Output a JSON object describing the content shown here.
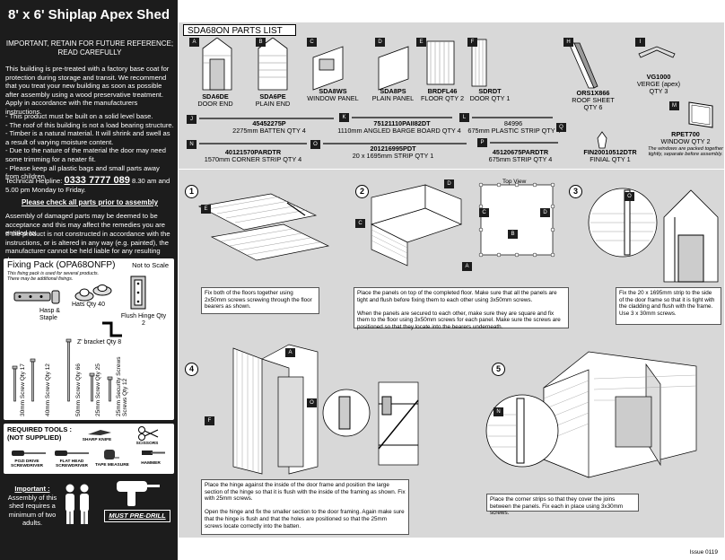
{
  "sidebar": {
    "title": "8' x 6' Shiplap Apex Shed",
    "important_line1": "IMPORTANT, RETAIN FOR FUTURE REFERENCE;",
    "important_line2": "READ CAREFULLY",
    "para1": "This building is pre-treated with a factory base coat for protection during storage and transit. We recommend that you treat your new building as soon as possible after assembly using a wood preservative treatment. Apply in accordance with the manufacturers instructions.",
    "bullets": [
      "- This product must be built on a solid level base.",
      "- The roof of this building is not a load bearing structure.",
      "- Timber is a natural material. It will shrink and swell as a result of varying moisture content.",
      "- Due to the nature of the material the door may need some trimming for a neater fit.",
      "- Please keep all plastic bags and small parts away from children"
    ],
    "helpline_label": "Technical Helpline:",
    "helpline_number": "0333 7777 089",
    "helpline_hours": "8.30 am and 5.00 pm  Monday to Friday.",
    "check_parts": "Please check all parts prior to assembly",
    "para2": "Assembly of damaged parts may be deemed to be acceptance and this may affect the remedies you are entitled to.",
    "para3": "If the product is not constructed in accordance with the instructions, or is altered in any way (e.g. painted), the manufacturer cannot be held liable for any resulting damage."
  },
  "fixing_pack": {
    "title": "Fixing Pack (OPA68ONFP)",
    "not_to_scale": "Not to Scale",
    "subtitle1": "This fixing pack is used for several products.",
    "subtitle2": "There may be additional fixings.",
    "hasp": "Hasp & Staple",
    "hats": "Hats Qty 40",
    "flush_hinge": "Flush Hinge Qty 2",
    "z_bracket": "Z' bracket Qty 8",
    "screws": [
      "30mm Screw Qty 17",
      "40mm Screw Qty 12",
      "50mm Screw Qty 66",
      "25mm Screw Qty 25",
      "25mm Security Screws Screws Qty 12"
    ]
  },
  "tools": {
    "title1": "REQUIRED TOOLS :",
    "title2": "(NOT SUPPLIED)",
    "items": [
      "SHARP KNIFE",
      "SCISSORS",
      "POZI DRIVE SCREWDRIVER",
      "FLAT HEAD SCREWDRIVER",
      "TAPE MEASURE",
      "HAMMER"
    ]
  },
  "important_box": {
    "heading": "Important :",
    "text": "Assembly of this shed requires a minimum of two adults.",
    "pre_drill": "MUST PRE-DRILL"
  },
  "parts_list": {
    "title": "SDA68ON PARTS LIST",
    "panels": [
      {
        "letter": "A",
        "code": "SDA6DE",
        "desc": "DOOR END"
      },
      {
        "letter": "B",
        "code": "SDA6PE",
        "desc": "PLAIN END"
      },
      {
        "letter": "C",
        "code": "SDA8WS",
        "desc": "WINDOW PANEL"
      },
      {
        "letter": "D",
        "code": "SDA8PS",
        "desc": "PLAIN PANEL"
      },
      {
        "letter": "E",
        "code": "BRDFL46",
        "desc": "FLOOR QTY 2"
      },
      {
        "letter": "F",
        "code": "SDRDT",
        "desc": "DOOR QTY 1"
      },
      {
        "letter": "H",
        "code": "ORS1X866",
        "desc": "ROOF SHEET QTY 6"
      },
      {
        "letter": "I",
        "code": "VG1000",
        "desc": "VERGE (apex) QTY 3"
      }
    ],
    "strips": [
      {
        "letter": "J",
        "code": "45452275P",
        "desc": "2275mm BATTEN QTY 4"
      },
      {
        "letter": "K",
        "code": "75121110PAII82DT",
        "desc": "1110mm ANGLED BARGE BOARD QTY 4"
      },
      {
        "letter": "L",
        "code": "84996",
        "desc": "675mm PLASTIC STRIP QTY 4"
      },
      {
        "letter": "N",
        "code": "40121570PARDTR",
        "desc": "1570mm  CORNER STRIP QTY 4"
      },
      {
        "letter": "O",
        "code": "201216995PDT",
        "desc": "20 x 1695mm STRIP QTY 1"
      },
      {
        "letter": "P",
        "code": "45120675PARDTR",
        "desc": "675mm STRIP QTY 4"
      },
      {
        "letter": "Q",
        "code": "FIN20010512DTR",
        "desc": "FINIAL QTY 1"
      }
    ],
    "window": {
      "letter": "M",
      "code": "RPET700",
      "desc": "WINDOW QTY 2",
      "note": "The windows are packed together tightly, separate before assembly."
    }
  },
  "steps": [
    {
      "num": "1",
      "text": "Fix both of the floors together using 2x50mm screws screwing through the floor bearers as shown."
    },
    {
      "num": "2",
      "text": "Place the panels on top of the completed floor. Make sure that all the panels are tight and flush before fixing them to each other using 3x50mm screws.\n\nWhen the panels are secured to each other, make sure they are square and fix them to the floor using 3x50mm screws for each panel. Make sure the screws are positioned so that they locate into the bearers underneath."
    },
    {
      "num": "3",
      "text": "Fix the 20 x 1695mm strip to the side of the door frame so that it is tight with the cladding and flush with the frame. Use 3 x 30mm screws."
    },
    {
      "num": "4",
      "text": "Place the hinge against the inside of the door frame and position the large section of the hinge so that it is flush with the inside of the framing as shown. Fix with 25mm screws.\n\nOpen the hinge and fix the smaller section to the door framing. Again make sure that the hinge is flush and that the holes are positioned so that the 25mm screws locate correctly into the batten."
    },
    {
      "num": "5",
      "text": "Place the corner strips so that they cover the joins between the panels. Fix each in place using 3x30mm screws."
    }
  ],
  "diagram_labels": {
    "top_view": "Top View",
    "E": "E",
    "D": "D",
    "C": "C",
    "A": "A",
    "B": "B",
    "O": "O",
    "F": "F",
    "N": "N"
  },
  "issue": "Issue 0119"
}
